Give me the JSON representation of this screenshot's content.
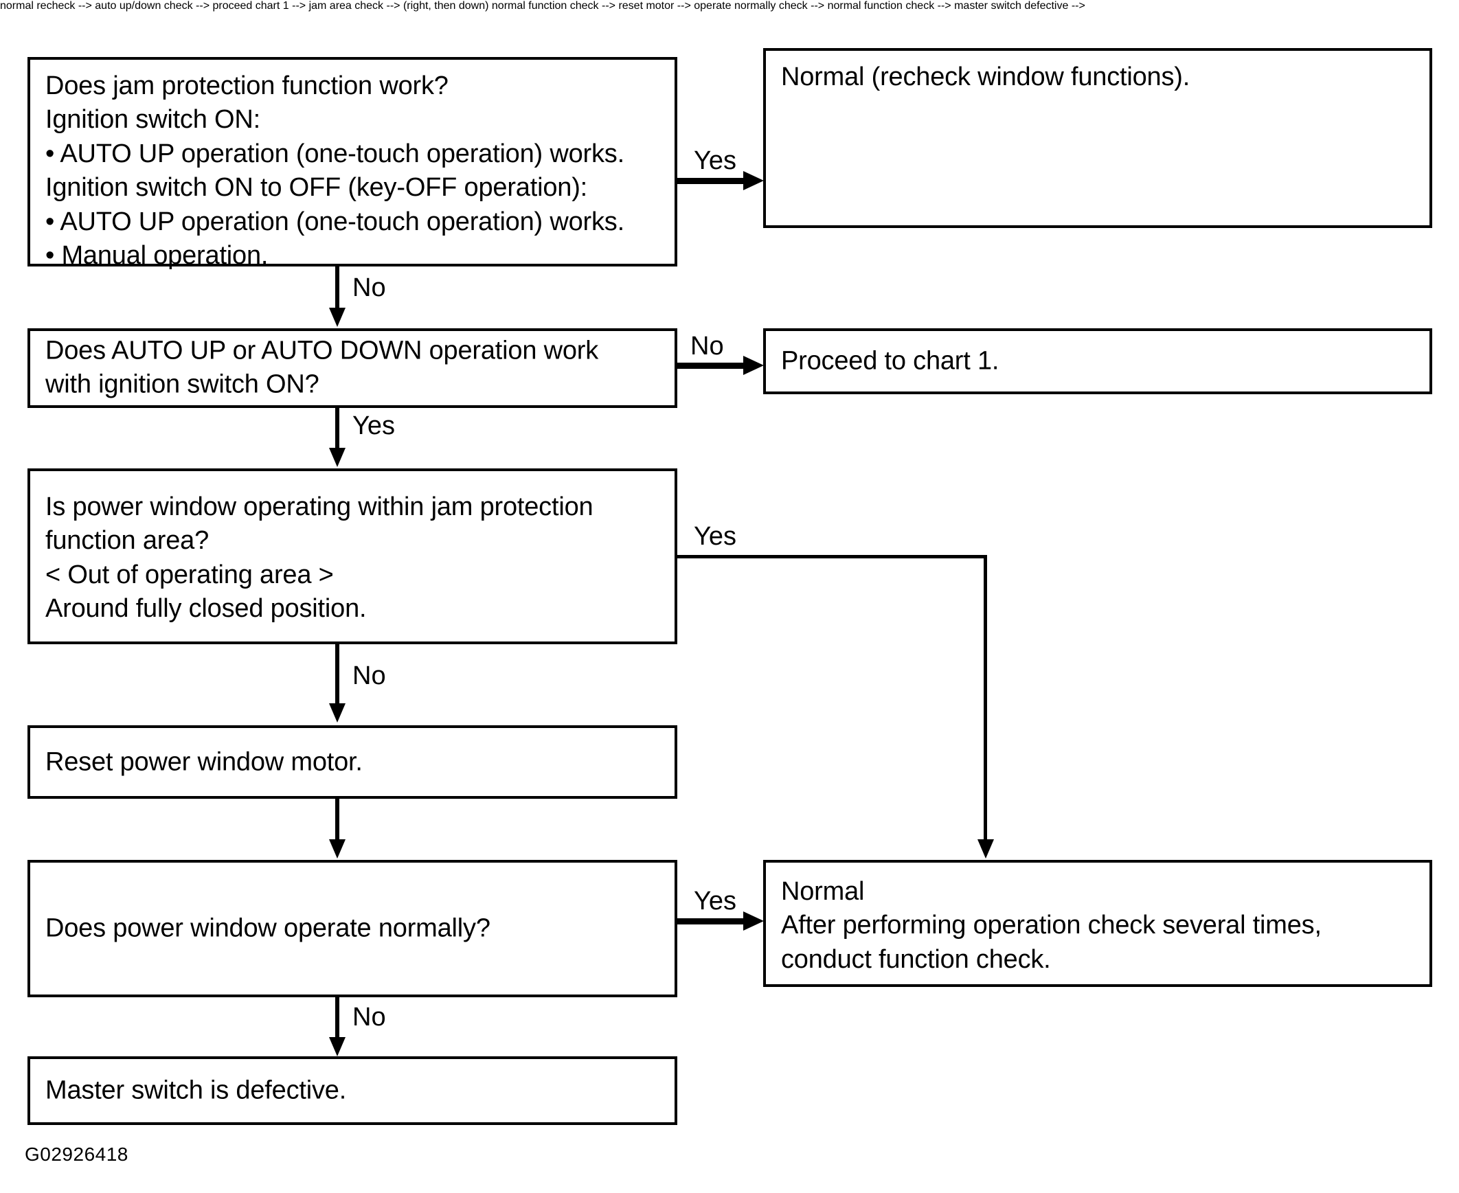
{
  "figure": {
    "id_label": "G02926418",
    "title": "Power window jam protection function diagnostic flowchart"
  },
  "nodes": {
    "jam_protection_check": {
      "text": "Does jam protection function work?\nIgnition switch ON:\n • AUTO UP operation (one-touch operation) works.\nIgnition switch ON to OFF (key-OFF operation):\n • AUTO UP operation (one-touch operation) works.\n • Manual operation."
    },
    "normal_recheck": {
      "text": "Normal (recheck window functions)."
    },
    "auto_updown_check": {
      "text": "Does AUTO UP or AUTO DOWN operation work\nwith ignition switch ON?"
    },
    "proceed_chart1": {
      "text": "Proceed to chart 1."
    },
    "jam_area_check": {
      "text": "Is power window operating within jam protection\nfunction area?\n< Out of operating area >\nAround fully closed position."
    },
    "reset_motor": {
      "text": "Reset power window motor."
    },
    "operate_normally_check": {
      "text": "Does power window operate normally?"
    },
    "normal_function_check": {
      "text": "Normal\nAfter performing operation check several times,\nconduct function check."
    },
    "master_switch_defective": {
      "text": "Master switch is defective."
    }
  },
  "edges": {
    "jam_to_normal_yes": "Yes",
    "jam_to_auto_no": "No",
    "auto_to_chart1_no": "No",
    "auto_to_area_yes": "Yes",
    "area_to_normal_yes": "Yes",
    "area_to_reset_no": "No",
    "operate_to_normal_yes": "Yes",
    "operate_to_master_no": "No"
  },
  "colors": {
    "stroke": "#000000",
    "fill": "#ffffff",
    "text": "#000000"
  }
}
